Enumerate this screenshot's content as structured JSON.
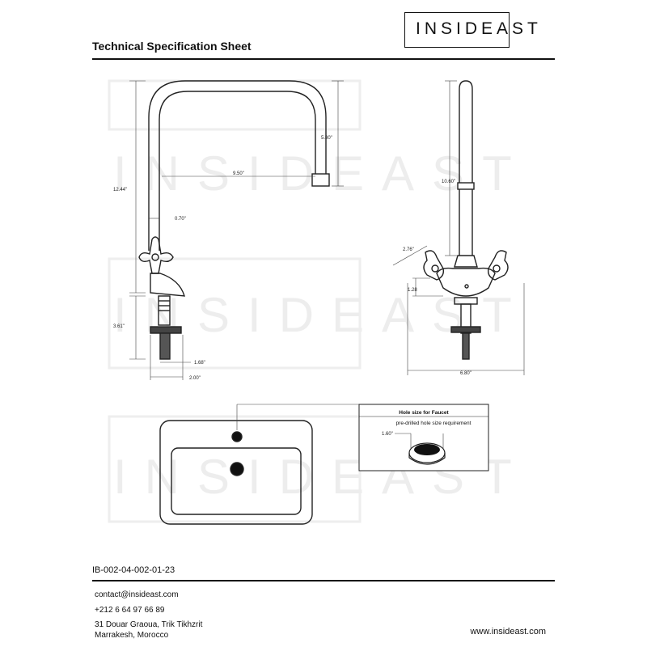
{
  "header": {
    "brand": "INSIDEAST",
    "title": "Technical Specification Sheet"
  },
  "watermark": {
    "text": "INSIDEAST"
  },
  "dimensions": {
    "spout_reach": "9.50\"",
    "spout_drop": "5.80\"",
    "total_height": "12.44\"",
    "neck_diameter": "0.70\"",
    "shank_length": "3.61\"",
    "shank_diameter": "1.68\"",
    "base_width": "2.00\"",
    "side_height": "10.60\"",
    "handle_length": "2.76\"",
    "handle_height": "1.28",
    "overall_width": "6.80\""
  },
  "hole_box": {
    "title": "Hole size for Faucet",
    "subtitle": "pre-drilled hole size requirement",
    "diameter": "1.60\""
  },
  "footer": {
    "doc_id": "IB-002-04-002-01-23",
    "email": "contact@insideast.com",
    "phone": "+212 6 64 97 66 89",
    "address_line1": "31 Douar Graoua, Trik Tikhzrit",
    "address_line2": "Marrakesh, Morocco",
    "website": "www.insideast.com"
  }
}
